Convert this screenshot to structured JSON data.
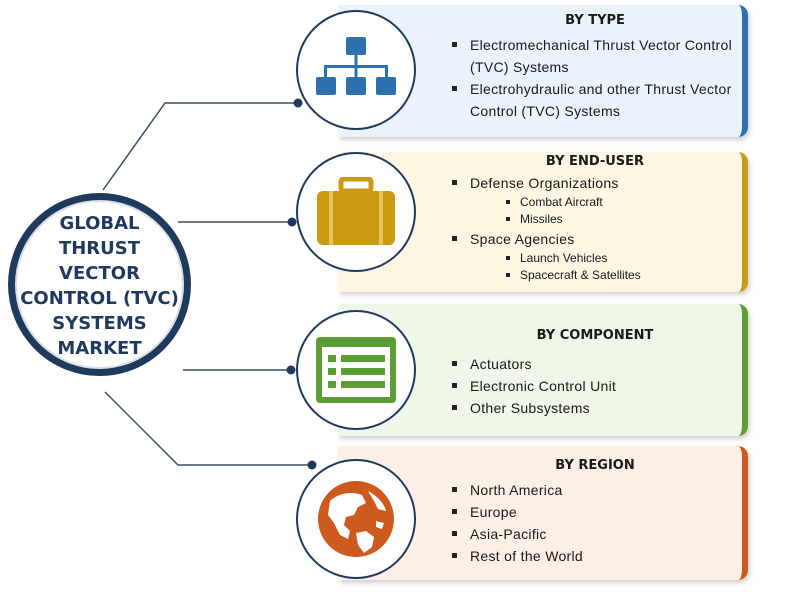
{
  "hub": {
    "title": "GLOBAL\nTHRUST\nVECTOR\nCONTROL (TVC)\nSYSTEMS\nMARKET"
  },
  "segments": [
    {
      "heading": "BY TYPE",
      "icon": "hierarchy-icon",
      "accent": "#2e6fad",
      "items": [
        {
          "label": "Electromechanical Thrust Vector Control (TVC) Systems",
          "sub": []
        },
        {
          "label": "Electrohydraulic and other Thrust Vector Control (TVC) Systems",
          "sub": []
        }
      ]
    },
    {
      "heading": "BY END-USER",
      "icon": "briefcase-icon",
      "accent": "#c99a12",
      "items": [
        {
          "label": "Defense Organizations",
          "sub": [
            "Combat Aircraft",
            "Missiles"
          ]
        },
        {
          "label": "Space Agencies",
          "sub": [
            "Launch Vehicles",
            "Spacecraft & Satellites"
          ]
        }
      ]
    },
    {
      "heading": "BY COMPONENT",
      "icon": "list-window-icon",
      "accent": "#5c9e35",
      "items": [
        {
          "label": "Actuators",
          "sub": []
        },
        {
          "label": "Electronic Control Unit",
          "sub": []
        },
        {
          "label": "Other Subsystems",
          "sub": []
        }
      ]
    },
    {
      "heading": "BY REGION",
      "icon": "globe-icon",
      "accent": "#cc5a1e",
      "items": [
        {
          "label": "North America",
          "sub": []
        },
        {
          "label": "Europe",
          "sub": []
        },
        {
          "label": "Asia-Pacific",
          "sub": []
        },
        {
          "label": "Rest of the World",
          "sub": []
        }
      ]
    }
  ]
}
